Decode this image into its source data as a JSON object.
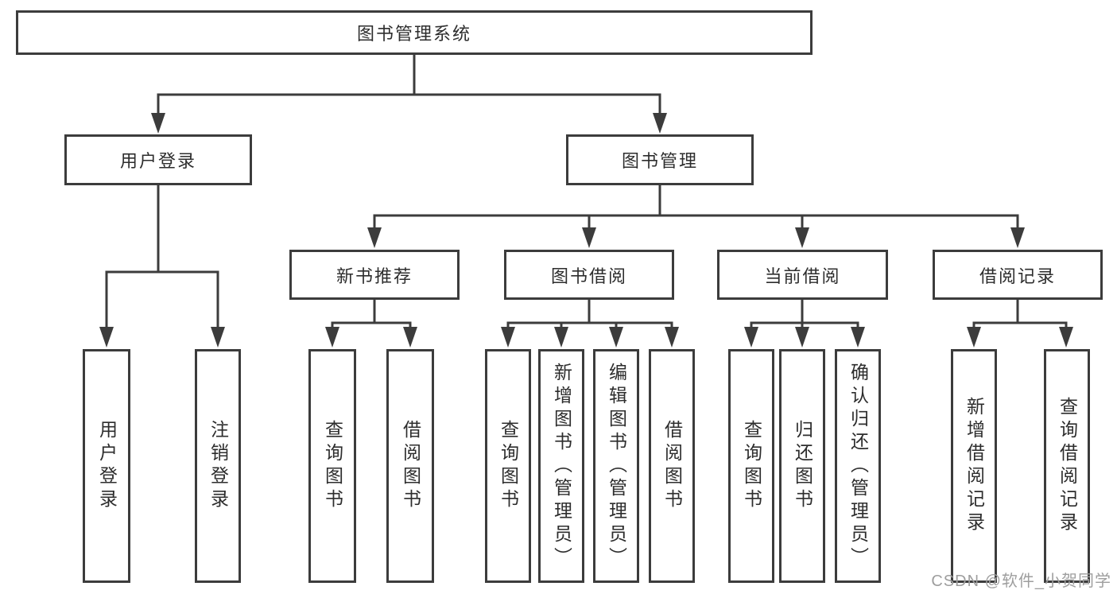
{
  "diagram_type": "hierarchy-tree",
  "colors": {
    "line": "#3c3c3c",
    "box_border": "#3c3c3c",
    "box_fill": "#ffffff",
    "text": "#2d2d2d",
    "watermark": "#9e9e9e",
    "background": "#ffffff"
  },
  "tree": {
    "root": {
      "label": "图书管理系统",
      "children": [
        {
          "label": "用户登录",
          "children": [
            {
              "label": "用户登录"
            },
            {
              "label": "注销登录"
            }
          ]
        },
        {
          "label": "图书管理",
          "children": [
            {
              "label": "新书推荐",
              "children": [
                {
                  "label": "查询图书"
                },
                {
                  "label": "借阅图书"
                }
              ]
            },
            {
              "label": "图书借阅",
              "children": [
                {
                  "label": "查询图书"
                },
                {
                  "label": "新增图书（管理员）"
                },
                {
                  "label": "编辑图书（管理员）"
                },
                {
                  "label": "借阅图书"
                }
              ]
            },
            {
              "label": "当前借阅",
              "children": [
                {
                  "label": "查询图书"
                },
                {
                  "label": "归还图书"
                },
                {
                  "label": "确认归还（管理员）"
                }
              ]
            },
            {
              "label": "借阅记录",
              "children": [
                {
                  "label": "新增借阅记录"
                },
                {
                  "label": "查询借阅记录"
                }
              ]
            }
          ]
        }
      ]
    }
  },
  "watermark": "CSDN @软件_小贺同学"
}
